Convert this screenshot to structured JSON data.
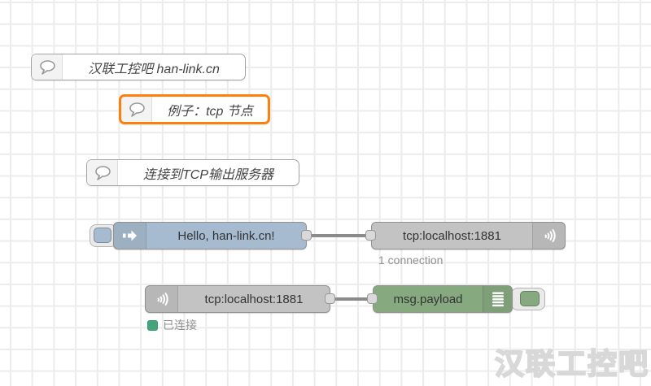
{
  "comments": [
    {
      "label": "汉联工控吧 han-link.cn",
      "selected": false
    },
    {
      "label": "例子：tcp 节点",
      "selected": true
    },
    {
      "label": "连接到TCP输出服务器",
      "selected": false
    }
  ],
  "nodes": {
    "inject": {
      "label": "Hello, han-link.cn!",
      "type": "inject"
    },
    "tcp_out": {
      "label": "tcp:localhost:1881",
      "type": "tcp out",
      "status": "1 connection"
    },
    "tcp_in": {
      "label": "tcp:localhost:1881",
      "type": "tcp in",
      "status": "已连接"
    },
    "debug": {
      "label": "msg.payload",
      "type": "debug"
    }
  },
  "watermark": "汉联工控吧",
  "colors": {
    "selection_border": "#ff7f0e",
    "inject_fill": "#a6bbcf",
    "tcp_fill": "#c3c3c3",
    "debug_fill": "#87a980",
    "status_connected": "#44a57c",
    "wire": "#8b8b8b",
    "grid_line": "#ececec"
  }
}
